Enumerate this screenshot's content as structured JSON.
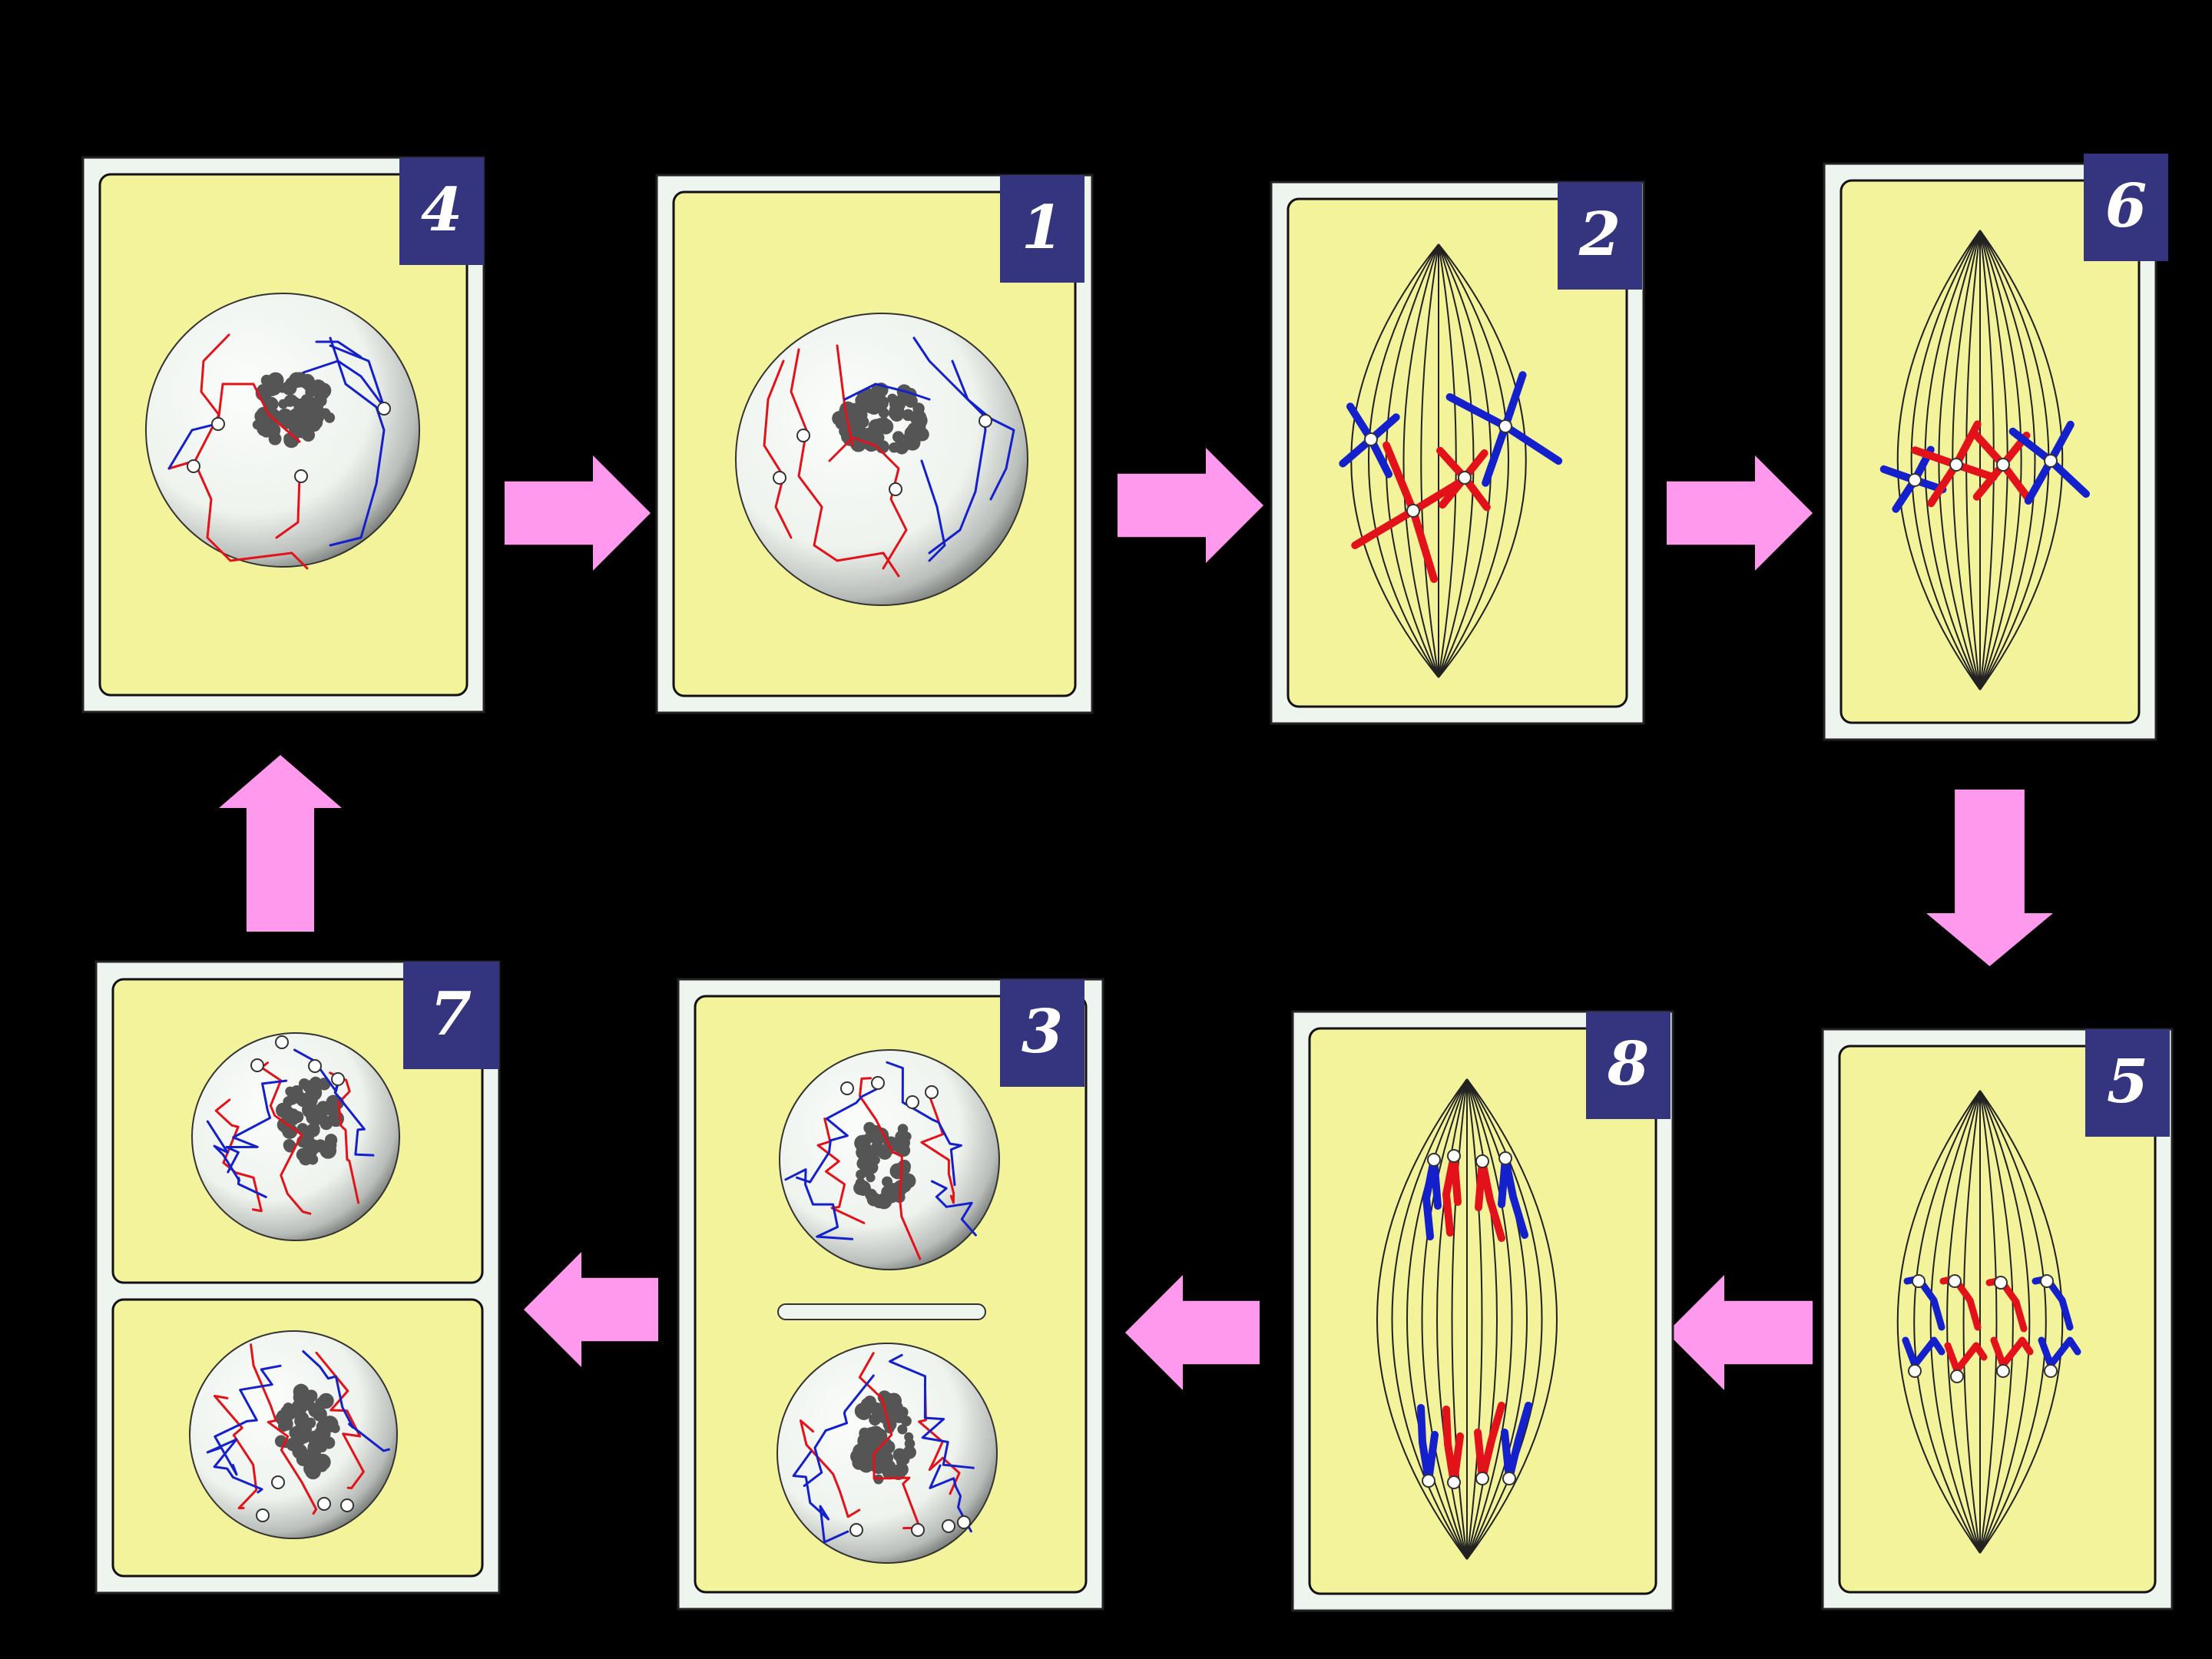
{
  "diagram": {
    "cells": [
      {
        "id": "cell-interphase",
        "label": "4",
        "stage": "interphase"
      },
      {
        "id": "cell-prophase",
        "label": "1",
        "stage": "prophase"
      },
      {
        "id": "cell-prometaphase",
        "label": "2",
        "stage": "prometaphase"
      },
      {
        "id": "cell-metaphase",
        "label": "6",
        "stage": "metaphase"
      },
      {
        "id": "cell-anaphase-early",
        "label": "5",
        "stage": "anaphase-early"
      },
      {
        "id": "cell-anaphase-late",
        "label": "8",
        "stage": "anaphase-late"
      },
      {
        "id": "cell-telophase",
        "label": "3",
        "stage": "telophase"
      },
      {
        "id": "cell-cytokinesis",
        "label": "7",
        "stage": "cytokinesis"
      }
    ],
    "colors": {
      "background": "#000000",
      "cytoplasm": "#f2f39a",
      "cell_wall": "#eef4ee",
      "label_box": "#35357f",
      "label_text": "#ffffff",
      "arrow": "#ff99ee",
      "chromosome_maternal": "#e3121a",
      "chromosome_paternal": "#1420cc",
      "nucleolus": "#555555"
    }
  }
}
